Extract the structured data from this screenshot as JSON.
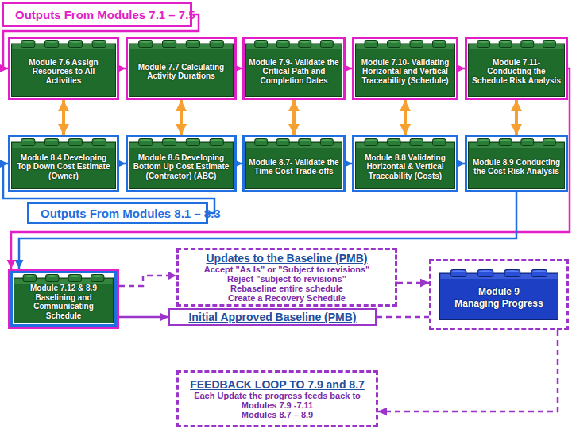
{
  "diagram": {
    "nodes": [
      {
        "text": [
          "Outputs From Modules 7.1 – 7.5"
        ]
      },
      {
        "text": [
          "Module 7.6 Assign Resources to All Activities"
        ]
      },
      {
        "text": [
          "Module 7.7 Calculating Activity Durations"
        ]
      },
      {
        "text": [
          "Module 7.9- Validate the Critical Path and Completion Dates"
        ]
      },
      {
        "text": [
          "Module 7.10- Validating Horizontal and Vertical Traceability (Schedule)"
        ]
      },
      {
        "text": [
          "Module 7.11- Conducting the Schedule Risk Analysis"
        ]
      },
      {
        "text": [
          "Module 8.4 Developing Top Down Cost Estimate (Owner)"
        ]
      },
      {
        "text": [
          "Module 8.6 Developing Bottom Up Cost Estimate (Contractor) (ABC)"
        ]
      },
      {
        "text": [
          "Module 8.7- Validate the Time Cost Trade-offs"
        ]
      },
      {
        "text": [
          "Module 8.8 Validating Horizontal & Vertical Traceability (Costs)"
        ]
      },
      {
        "text": [
          "Module 8.9 Conducting the Cost Risk Analysis"
        ]
      },
      {
        "text": [
          "Outputs From Modules 8.1 – 8.3"
        ]
      },
      {
        "text": [
          "Updates to the Baseline (PMB)",
          "Accept \"As Is\" or \"Subject to revisions\"",
          "Reject \"subject to revisions\"",
          "Rebaseline entire schedule",
          "Create a Recovery Schedule"
        ]
      },
      {
        "text": [
          "Module 9",
          "Managing Progress"
        ]
      },
      {
        "text": [
          "Module 7.12 & 8.9 Baselining and Communicating Schedule"
        ]
      },
      {
        "text": [
          "Initial Approved Baseline (PMB)"
        ]
      },
      {
        "text": [
          "FEEDBACK LOOP TO 7.9 and 8.7",
          "Each Update the progress feeds back to",
          "Modules 7.9 -7.11",
          "Modules 8.7 – 8.9"
        ]
      }
    ],
    "edges": [
      {
        "from": 0,
        "to": 1,
        "arrow": "to"
      },
      {
        "from": 1,
        "to": 2,
        "arrow": "to"
      },
      {
        "from": 2,
        "to": 3,
        "arrow": "to"
      },
      {
        "from": 3,
        "to": 4,
        "arrow": "to"
      },
      {
        "from": 4,
        "to": 5,
        "arrow": "to"
      },
      {
        "from": 1,
        "to": 6,
        "arrow": "both"
      },
      {
        "from": 2,
        "to": 7,
        "arrow": "both"
      },
      {
        "from": 3,
        "to": 8,
        "arrow": "both"
      },
      {
        "from": 4,
        "to": 9,
        "arrow": "both"
      },
      {
        "from": 5,
        "to": 10,
        "arrow": "both"
      },
      {
        "from": 6,
        "to": 7,
        "arrow": "to"
      },
      {
        "from": 7,
        "to": 8,
        "arrow": "to"
      },
      {
        "from": 8,
        "to": 9,
        "arrow": "to"
      },
      {
        "from": 9,
        "to": 10,
        "arrow": "to"
      },
      {
        "from": 11,
        "to": 6,
        "arrow": "to"
      },
      {
        "from": 5,
        "to": 14,
        "arrow": "to"
      },
      {
        "from": 10,
        "to": 14,
        "arrow": "to"
      },
      {
        "from": 14,
        "to": 12,
        "arrow": "to"
      },
      {
        "from": 14,
        "to": 15,
        "arrow": "to"
      },
      {
        "from": 12,
        "to": 13,
        "arrow": "to"
      },
      {
        "from": 15,
        "to": 13,
        "arrow": "none"
      },
      {
        "from": 13,
        "to": 16,
        "arrow": "to"
      }
    ]
  }
}
